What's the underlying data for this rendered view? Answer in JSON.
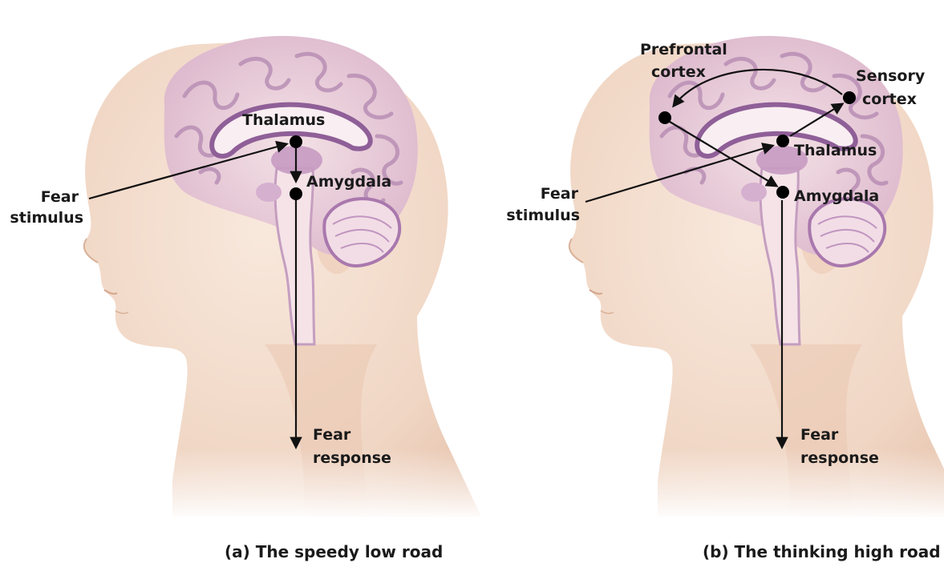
{
  "panel_a": {
    "labels": {
      "thalamus": "Thalamus",
      "amygdala": "Amygdala",
      "fear_stimulus_1": "Fear",
      "fear_stimulus_2": "stimulus",
      "fear_response_1": "Fear",
      "fear_response_2": "response"
    },
    "caption": "(a) The speedy low road"
  },
  "panel_b": {
    "labels": {
      "prefrontal_1": "Prefrontal",
      "prefrontal_2": "cortex",
      "sensory_1": "Sensory",
      "sensory_2": "cortex",
      "thalamus": "Thalamus",
      "amygdala": "Amygdala",
      "fear_stimulus_1": "Fear",
      "fear_stimulus_2": "stimulus",
      "fear_response_1": "Fear",
      "fear_response_2": "response"
    },
    "caption": "(b) The thinking high road"
  },
  "colors": {
    "skin": "#f3dccb",
    "skin_shadow": "#e2bfa6",
    "brain": "#ead0d8",
    "brain_fold": "#b98fb5",
    "brain_deep": "#8f5f98",
    "marker": "#000000"
  }
}
